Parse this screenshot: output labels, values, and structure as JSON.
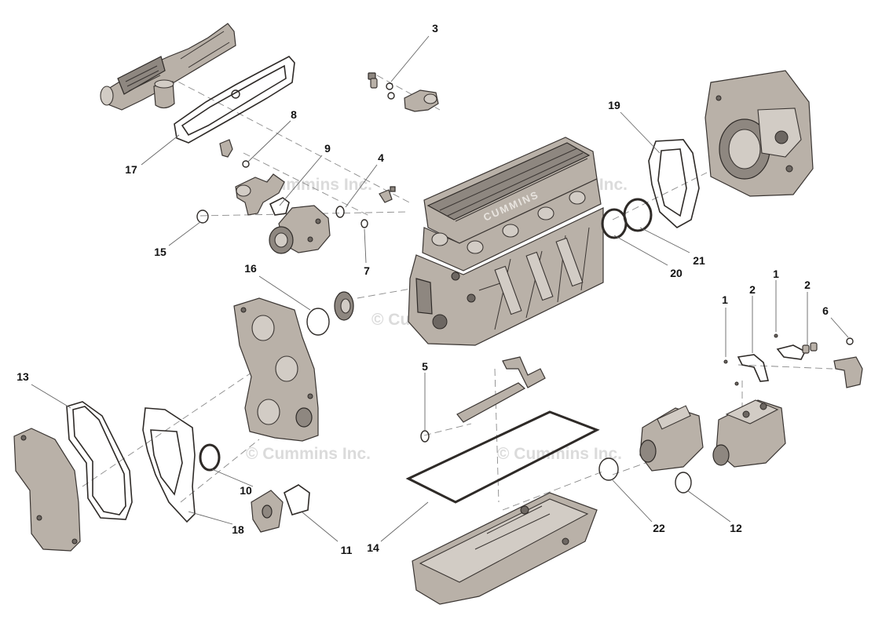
{
  "watermark": {
    "text": "© Cummins Inc."
  },
  "engine": {
    "brand_text": "CUMMINS"
  },
  "callouts": {
    "c3": "3",
    "c8": "8",
    "c9": "9",
    "c4": "4",
    "c17": "17",
    "c15": "15",
    "c7": "7",
    "c16": "16",
    "c19": "19",
    "c20": "20",
    "c21": "21",
    "c1a": "1",
    "c1b": "1",
    "c2a": "2",
    "c2b": "2",
    "c6": "6",
    "c13": "13",
    "c5": "5",
    "c10": "10",
    "c18": "18",
    "c11": "11",
    "c14": "14",
    "c22": "22",
    "c12": "12"
  }
}
